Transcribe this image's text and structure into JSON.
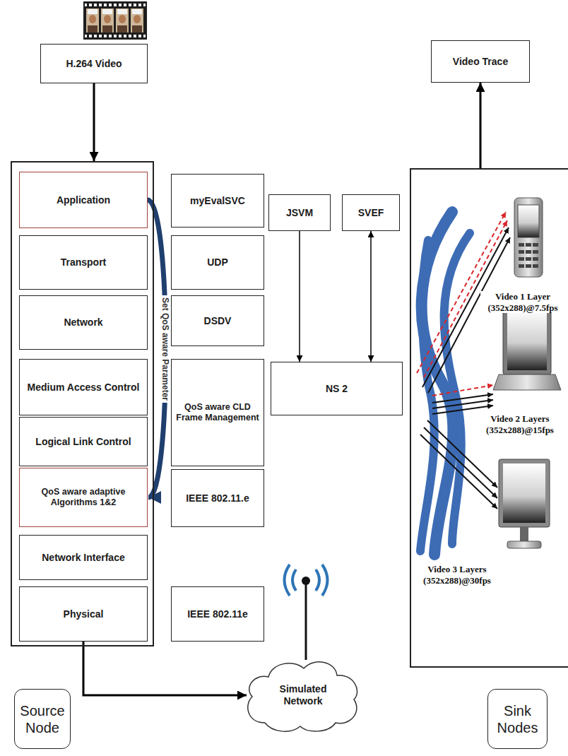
{
  "diagram": {
    "nodes": [
      {
        "text": [
          "H.264 Video"
        ]
      },
      {
        "text": [
          "Source Node"
        ]
      },
      {
        "text": [
          "Application"
        ],
        "in": 1
      },
      {
        "text": [
          "Transport"
        ],
        "in": 1
      },
      {
        "text": [
          "Network"
        ],
        "in": 1
      },
      {
        "text": [
          "Medium Access Control"
        ],
        "in": 1
      },
      {
        "text": [
          "Logical Link Control"
        ],
        "in": 1
      },
      {
        "text": [
          "QoS aware adaptive Algorithms 1&2"
        ],
        "in": 1
      },
      {
        "text": [
          "Network Interface"
        ],
        "in": 1
      },
      {
        "text": [
          "Physical"
        ],
        "in": 1
      },
      {
        "text": [
          "myEvalSVC"
        ]
      },
      {
        "text": [
          "UDP"
        ]
      },
      {
        "text": [
          "DSDV"
        ]
      },
      {
        "text": [
          "QoS aware CLD Frame Management"
        ]
      },
      {
        "text": [
          "IEEE 802.11.e"
        ]
      },
      {
        "text": [
          "IEEE 802.11e"
        ]
      },
      {
        "text": [
          "JSVM"
        ]
      },
      {
        "text": [
          "SVEF"
        ]
      },
      {
        "text": [
          "NS 2"
        ]
      },
      {
        "text": [
          "Simulated Network"
        ]
      },
      {
        "text": [
          "Video Trace"
        ]
      },
      {
        "text": [
          "Sink Nodes"
        ]
      }
    ],
    "edges": [
      {
        "from": 0,
        "to": 1,
        "arrow": "to"
      },
      {
        "from": 2,
        "to": 7,
        "label": "Set QoS aware Parameter",
        "arrow": "to"
      },
      {
        "from": 16,
        "to": 18,
        "arrow": "to"
      },
      {
        "from": 17,
        "to": 18,
        "arrow": "both"
      },
      {
        "from": 9,
        "to": 19,
        "arrow": "to"
      },
      {
        "from": 21,
        "to": 20,
        "arrow": "to"
      }
    ],
    "labels": [
      "Video 1 Layer (352x288)@7.5fps",
      "Video 2 Layers (352x288)@15fps",
      "Video 3 Layers (352x288)@30fps"
    ]
  }
}
